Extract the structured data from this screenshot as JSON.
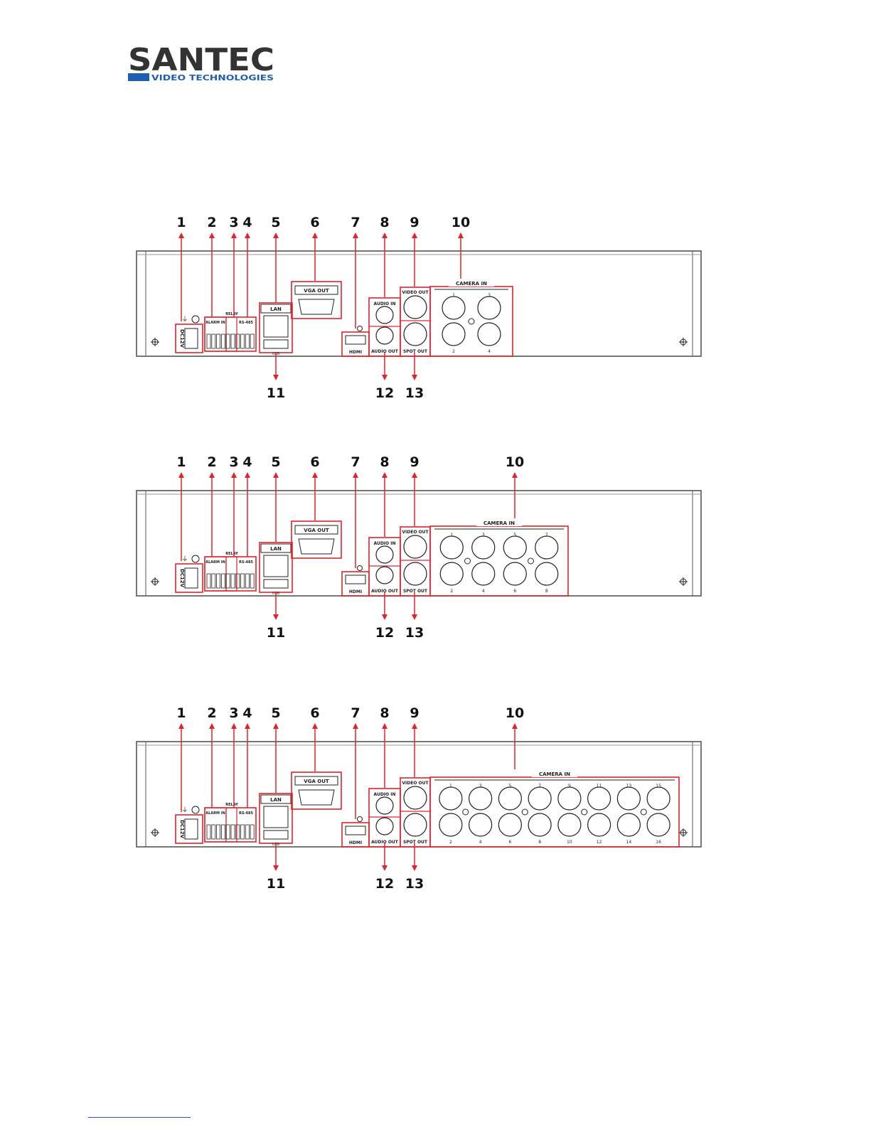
{
  "logo": {
    "brand": "SANTEC",
    "tagline": "VIDEO TECHNOLOGIES",
    "colors": {
      "brand": "#333333",
      "tagline_bar": "#1f5fb0"
    }
  },
  "colors": {
    "callout": "#e0242b",
    "outline": "#222222",
    "panel_edge": "#555555"
  },
  "panel_labels": {
    "power": "DC12V",
    "alarm": "ALARM IN",
    "relay": "RELAY",
    "rs485": "RS-485",
    "lan": "LAN",
    "usb": "USB",
    "vga": "VGA OUT",
    "hdmi": "HDMI",
    "audio_in": "AUDIO IN",
    "audio_out": "AUDIO OUT",
    "video_out": "VIDEO OUT",
    "spot_out": "SPOT OUT",
    "camera_in": "CAMERA IN"
  },
  "diagrams": [
    {
      "channels": 4,
      "top_callouts": [
        "1",
        "2",
        "3",
        "4",
        "5",
        "6",
        "7",
        "8",
        "9",
        "10"
      ],
      "bottom_callouts": [
        "11",
        "12",
        "13"
      ],
      "camera_top_numbers": [
        "1",
        "3"
      ],
      "camera_bottom_numbers": [
        "2",
        "4"
      ]
    },
    {
      "channels": 8,
      "top_callouts": [
        "1",
        "2",
        "3",
        "4",
        "5",
        "6",
        "7",
        "8",
        "9",
        "10"
      ],
      "bottom_callouts": [
        "11",
        "12",
        "13"
      ],
      "camera_top_numbers": [
        "1",
        "3",
        "5",
        "7"
      ],
      "camera_bottom_numbers": [
        "2",
        "4",
        "6",
        "8"
      ]
    },
    {
      "channels": 16,
      "top_callouts": [
        "1",
        "2",
        "3",
        "4",
        "5",
        "6",
        "7",
        "8",
        "9",
        "10"
      ],
      "bottom_callouts": [
        "11",
        "12",
        "13"
      ],
      "camera_top_numbers": [
        "1",
        "3",
        "5",
        "7",
        "9",
        "11",
        "13",
        "15"
      ],
      "camera_bottom_numbers": [
        "2",
        "4",
        "6",
        "8",
        "10",
        "12",
        "14",
        "16"
      ]
    }
  ]
}
